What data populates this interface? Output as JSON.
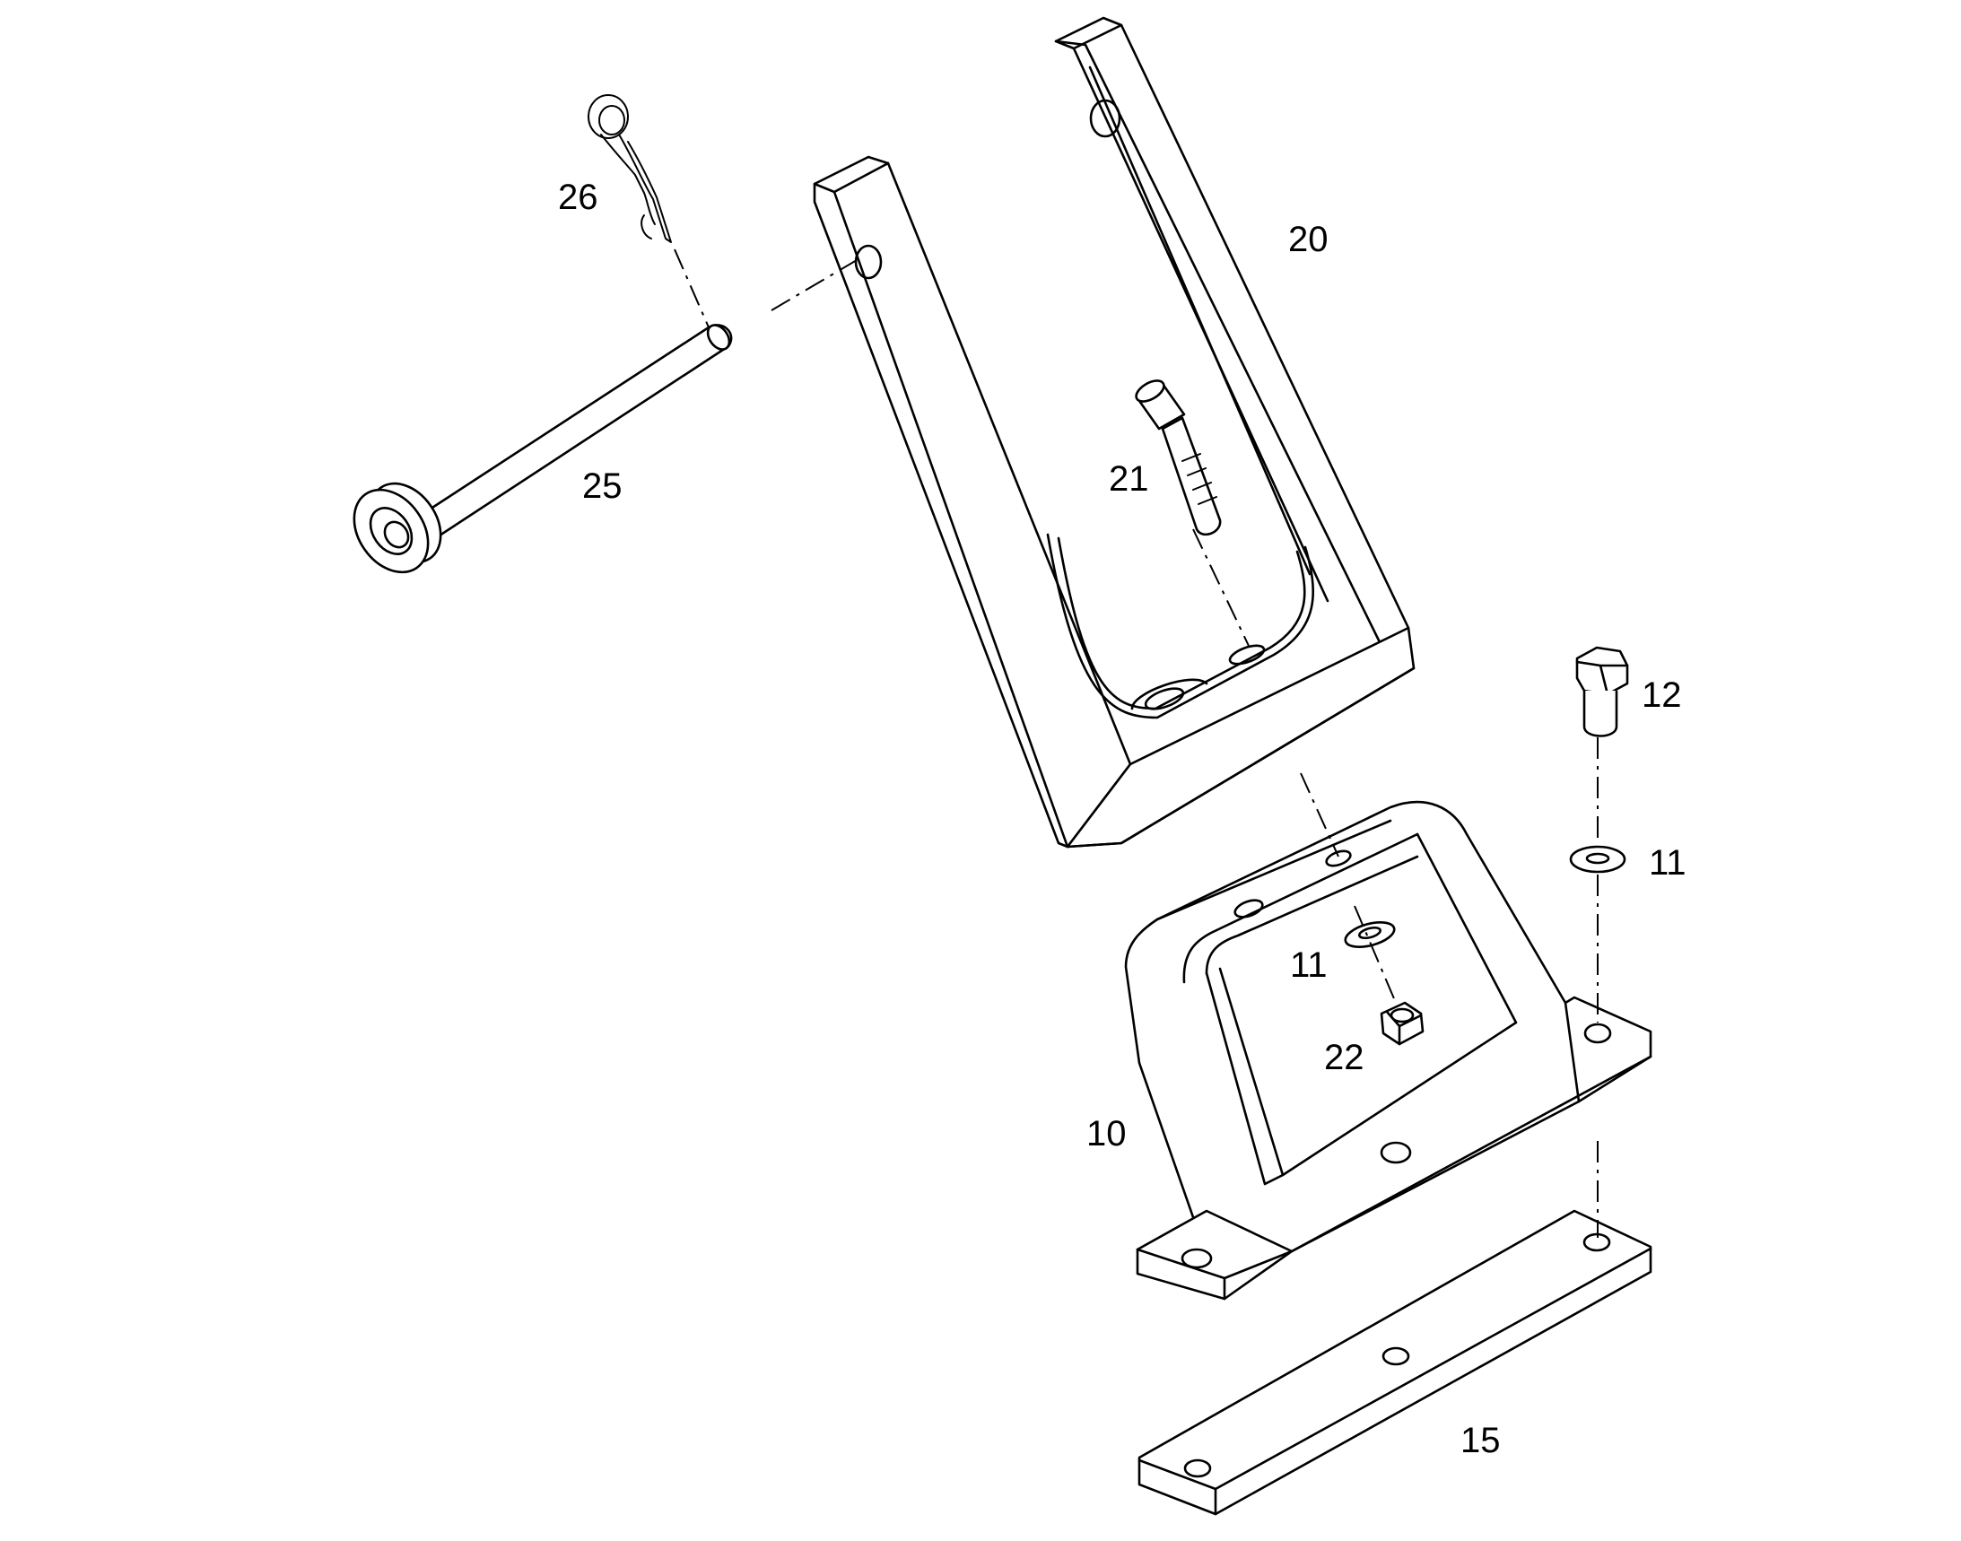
{
  "callouts": {
    "c26": "26",
    "c25": "25",
    "c20": "20",
    "c21": "21",
    "c12": "12",
    "c11a": "11",
    "c11b": "11",
    "c22": "22",
    "c10": "10",
    "c15": "15"
  }
}
